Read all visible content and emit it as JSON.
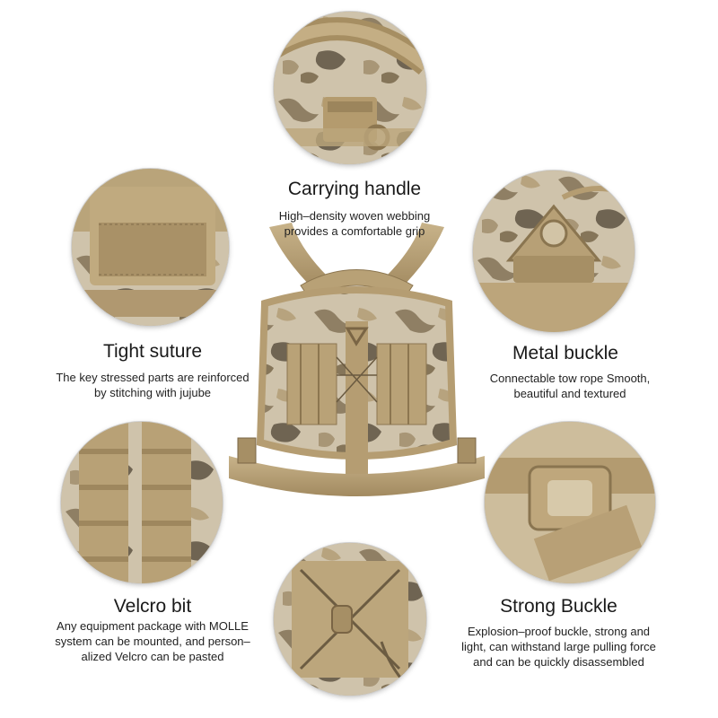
{
  "features": [
    {
      "title": "Carrying handle",
      "lines": [
        "High–density woven webbing",
        "provides a comfortable grip"
      ]
    },
    {
      "title": "Tight suture",
      "lines": [
        "The key stressed parts are reinforced",
        "by stitching with jujube"
      ]
    },
    {
      "title": "Metal buckle",
      "lines": [
        "Connectable tow rope Smooth,",
        "beautiful and textured"
      ]
    },
    {
      "title": "Velcro bit",
      "lines": [
        "Any equipment package with MOLLE",
        "system can be mounted, and person–",
        "alized Velcro can be pasted"
      ]
    },
    {
      "title": "Strong Buckle",
      "lines": [
        "Explosion–proof buckle, strong and",
        "light, can withstand large pulling force",
        "and can be quickly disassembled"
      ]
    }
  ],
  "images": {
    "product": "tactical-dog-harness-camo",
    "details": [
      "carrying-handle-closeup",
      "tight-suture-closeup",
      "metal-buckle-closeup",
      "velcro-molle-closeup",
      "strong-buckle-closeup",
      "elastic-cord-closeup"
    ]
  },
  "colors": {
    "tan": "#b59d72",
    "tan_dark": "#8c7650",
    "camo_light": "#cfc2a8",
    "camo_mid": "#9c8c70",
    "camo_dark": "#6e6250"
  }
}
